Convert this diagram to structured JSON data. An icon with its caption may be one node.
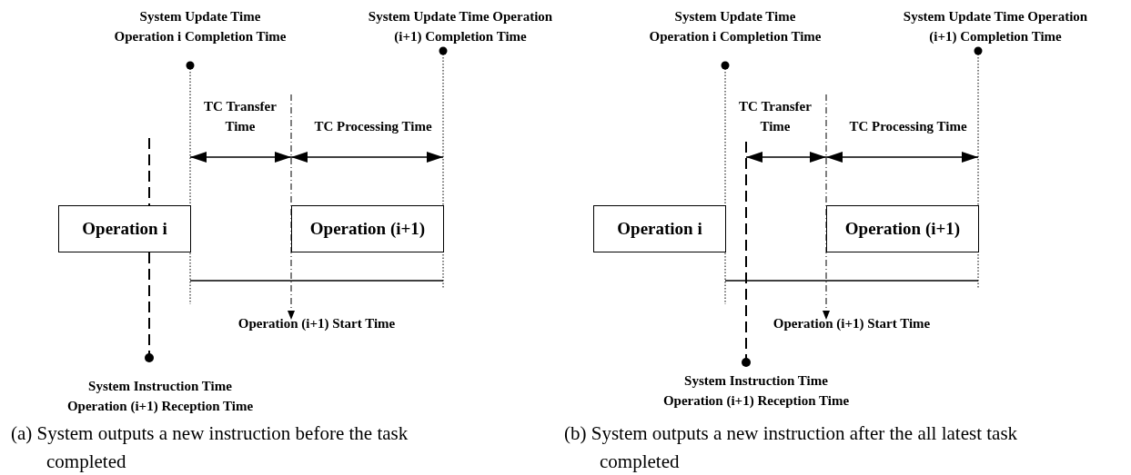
{
  "diagram": {
    "nodes": [
      {
        "text": [
          "Operation i"
        ]
      },
      {
        "text": [
          "Operation (i+1)"
        ]
      },
      {
        "text": [
          "Operation i"
        ]
      },
      {
        "text": [
          "Operation (i+1)"
        ]
      }
    ],
    "labels": [
      "System Update Time Operation i Completion Time",
      "System Update Time Operation (i+1) Completion Time",
      "TC Transfer Time",
      "TC Processing Time",
      "Operation (i+1) Start Time",
      "System Instruction Time Operation (i+1) Reception Time",
      "(a) System outputs a new instruction before the task completed",
      "System Update Time Operation i Completion Time",
      "System Update Time Operation (i+1) Completion Time",
      "TC Transfer Time",
      "TC Processing Time",
      "Operation (i+1) Start Time",
      "System Instruction Time Operation (i+1) Reception Time",
      "(b) System outputs a new instruction after the all latest task completed"
    ]
  }
}
